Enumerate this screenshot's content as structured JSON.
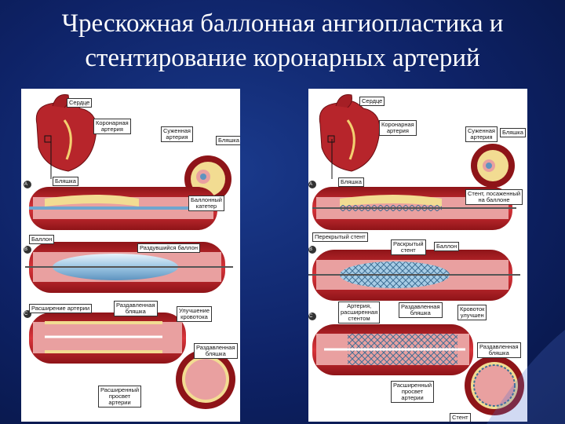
{
  "title_line1": "Чрескожная баллонная ангиопластика и",
  "title_line2": "стентирование коронарных артерий",
  "left": {
    "heart": "Сердце",
    "coronary": "Коронарная\nартерия",
    "narrowed": "Суженная\nартерия",
    "plaque_top": "Бляшка",
    "plaque": "Бляшка",
    "catheter": "Баллонный\nкатетер",
    "balloon": "Баллон",
    "inflated": "Раздувшийся баллон",
    "widened": "Расширение артерии",
    "compressed": "Раздавленная\nбляшка",
    "improved_flow": "Улучшение\nкровотока",
    "compressed2": "Раздавленная\nбляшка",
    "lumen": "Расширенный\nпросвет\nартерии",
    "step_a": "A",
    "step_b": "B",
    "step_c": "C"
  },
  "right": {
    "heart": "Сердце",
    "coronary": "Коронарная\nартерия",
    "narrowed": "Суженная\nартерия",
    "plaque_top": "Бляшка",
    "plaque": "Бляшка",
    "stent_on_balloon": "Стент, посаженный\nна баллоне",
    "closed_stent": "Перекрытый стент",
    "expanded_stent": "Раскрытый\nстент",
    "balloon": "Баллон",
    "artery_widened": "Артерия,\nрасширенная\nстентом",
    "compressed": "Раздавленная\nбляшка",
    "improved_flow": "Кровоток\nулучшен",
    "compressed2": "Раздавленная\nбляшка",
    "lumen": "Расширенный\nпросвет\nартерии",
    "stent": "Стент",
    "step_a": "A",
    "step_b": "B",
    "step_c": "C"
  },
  "colors": {
    "background": "#0e2266",
    "artery": "#c8262b",
    "artery_inner": "#e9a0a0",
    "plaque": "#f2dc92",
    "balloon": "#a8cde6"
  }
}
